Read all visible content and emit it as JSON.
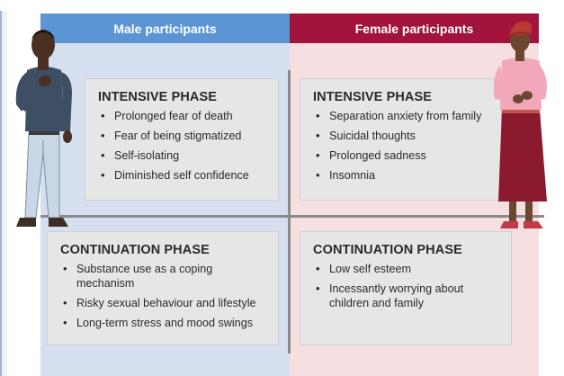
{
  "columns": {
    "male": {
      "label": "Male participants",
      "color": "#5b95d3"
    },
    "female": {
      "label": "Female participants",
      "color": "#a3143d"
    }
  },
  "quadrants": {
    "male_intensive": {
      "title": "INTENSIVE PHASE",
      "items": [
        "Prolonged fear of death",
        "Fear of being stigmatized",
        "Self-isolating",
        "Diminished self confidence"
      ]
    },
    "female_intensive": {
      "title": "INTENSIVE PHASE",
      "items": [
        "Separation anxiety from family",
        "Suicidal thoughts",
        "Prolonged sadness",
        "Insomnia"
      ]
    },
    "male_continuation": {
      "title": "CONTINUATION PHASE",
      "items": [
        "Substance use as a coping mechanism",
        "Risky sexual behaviour and lifestyle",
        "Long-term stress and mood swings"
      ]
    },
    "female_continuation": {
      "title": "CONTINUATION PHASE",
      "items": [
        "Low self esteem",
        "Incessantly worrying about children and family"
      ]
    }
  },
  "illustrations": {
    "male": "male-figure-icon",
    "female": "female-figure-icon"
  }
}
